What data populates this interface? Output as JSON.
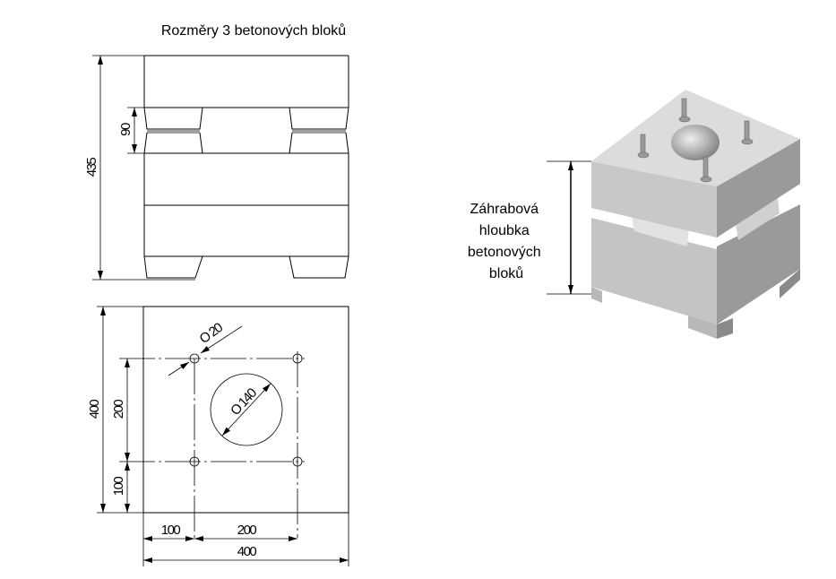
{
  "title": "Rozměry 3 betonových bloků",
  "front_view": {
    "dim_total_height": "435",
    "dim_gap": "90"
  },
  "plan_view": {
    "dim_hole_diameter": "O 20",
    "dim_center_diameter": "O 140",
    "dim_left_total": "400",
    "dim_left_spacing": "200",
    "dim_left_offset": "100",
    "dim_bottom_offset": "100",
    "dim_bottom_spacing": "200",
    "dim_bottom_total": "400"
  },
  "iso_view": {
    "label_lines": [
      "Záhrabová",
      "hloubka",
      "betonových",
      "bloků"
    ],
    "colors": {
      "top": "#dcdcdc",
      "left": "#c4c4c4",
      "right": "#9a9a9a"
    }
  }
}
